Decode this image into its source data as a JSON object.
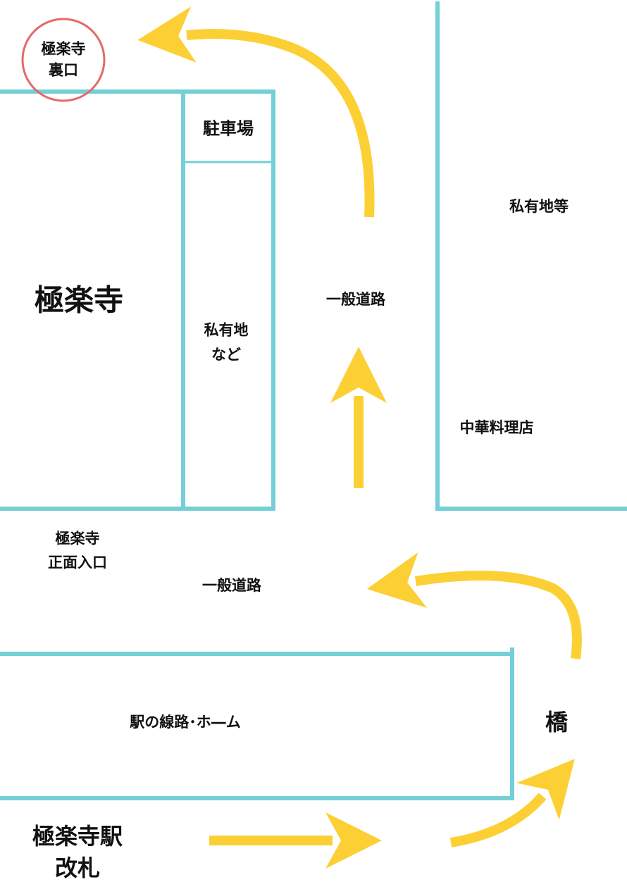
{
  "colors": {
    "wall": "#74cfd6",
    "arrow": "#fcd034",
    "circle": "#e36a6a",
    "text": "#111111",
    "background": "#ffffff"
  },
  "labels": {
    "temple_back_gate_line1": "極楽寺",
    "temple_back_gate_line2": "裏口",
    "parking": "駐車場",
    "private_land_etc": "私有地等",
    "temple": "極楽寺",
    "public_road_north": "一般道路",
    "private_land_line1": "私有地",
    "private_land_line2": "など",
    "chinese_restaurant": "中華料理店",
    "temple_front_gate_line1": "極楽寺",
    "temple_front_gate_line2": "正面入口",
    "public_road_south": "一般道路",
    "station_tracks": "駅の線路･ホ―ム",
    "bridge": "橋",
    "station_gate_line1": "極楽寺駅",
    "station_gate_line2": "改札"
  }
}
